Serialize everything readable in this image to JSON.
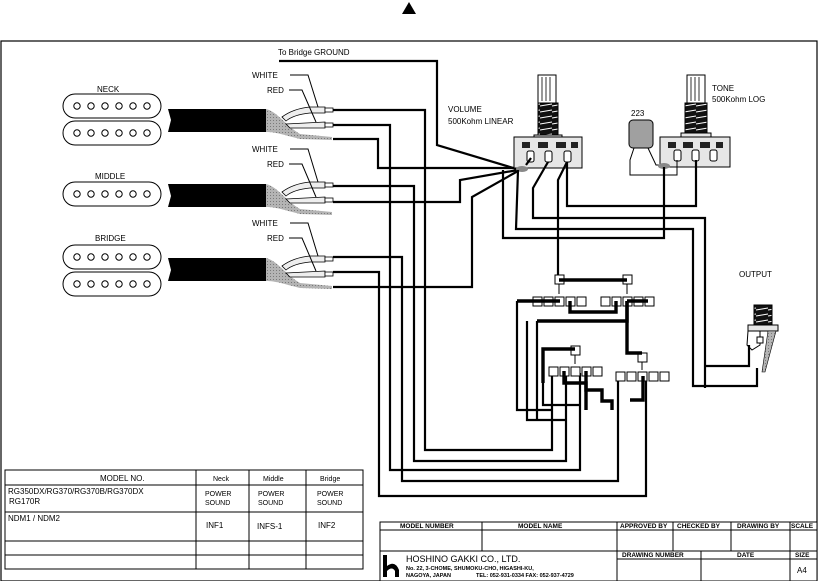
{
  "drawing": {
    "orientation_mark": "up-arrow-icon",
    "to_bridge_ground": "To Bridge GROUND",
    "pickups": [
      {
        "name": "NECK",
        "wire_labels": [
          "WHITE",
          "RED"
        ]
      },
      {
        "name": "MIDDLE",
        "wire_labels": [
          "WHITE",
          "RED"
        ]
      },
      {
        "name": "BRIDGE",
        "wire_labels": [
          "WHITE",
          "RED"
        ]
      }
    ],
    "volume": {
      "label": "VOLUME",
      "spec": "500Kohm LINEAR"
    },
    "tone": {
      "label": "TONE",
      "spec": "500Kohm LOG"
    },
    "capacitor": {
      "label": "223"
    },
    "output": {
      "label": "OUTPUT"
    },
    "colors": {
      "line": "#000000",
      "shield": "#a8a8a8",
      "pot_body": "#e6e6e6",
      "cap": "#a0a0a0"
    }
  },
  "model_table": {
    "headers": [
      "MODEL NO.",
      "Neck",
      "Middle",
      "Bridge"
    ],
    "rows": [
      {
        "model_line1": "RG350DX/RG370/RG370B/RG370DX",
        "model_line2": "RG170R",
        "neck": [
          "POWER",
          "SOUND"
        ],
        "middle": [
          "POWER",
          "SOUND"
        ],
        "bridge": [
          "POWER",
          "SOUND"
        ]
      },
      {
        "model_line1": "NDM1 / NDM2",
        "model_line2": "",
        "neck": [
          "INF1"
        ],
        "middle": [
          "INFS-1"
        ],
        "bridge": [
          "INF2"
        ]
      },
      {
        "model_line1": "",
        "model_line2": "",
        "neck": [],
        "middle": [],
        "bridge": []
      },
      {
        "model_line1": "",
        "model_line2": "",
        "neck": [],
        "middle": [],
        "bridge": []
      }
    ]
  },
  "title_block": {
    "headers": [
      "MODEL NUMBER",
      "MODEL NAME",
      "APPROVED BY",
      "CHECKED BY",
      "DRAWING BY",
      "SCALE"
    ],
    "company": "HOSHINO GAKKI CO., LTD.",
    "address1": "No. 22, 3-CHOME, SHUMOKU-CHO, HIGASHI-KU,",
    "address2": "NAGOYA, JAPAN",
    "contact": "TEL: 052-931-0334  FAX: 052-937-4729",
    "drawing_number_label": "DRAWING NUMBER",
    "date_label": "DATE",
    "size_label": "SIZE",
    "size_value": "A4"
  }
}
